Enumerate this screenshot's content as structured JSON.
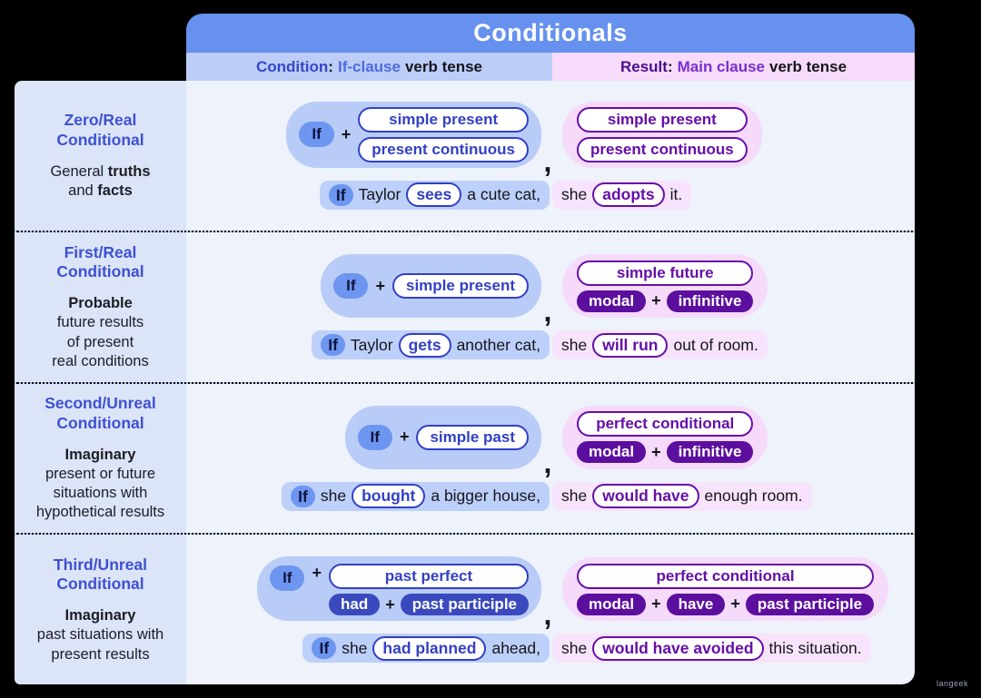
{
  "title": "Conditionals",
  "if_label": "If",
  "plus": "+",
  "comma": ",",
  "watermark": "langeek",
  "columns": {
    "condition": {
      "label": "Condition",
      "colon": ":",
      "highlight": "If-clause",
      "suffix": "verb tense"
    },
    "result": {
      "label": "Result",
      "colon": ":",
      "highlight": "Main clause",
      "suffix": "verb tense"
    }
  },
  "colors": {
    "page_bg": "#000000",
    "header_blue": "#6691ee",
    "subhead_cond_bg": "#bccdf8",
    "subhead_res_bg": "#f6dcfa",
    "subhead_cond_label": "#3447c9",
    "subhead_cond_hl": "#4d6ae0",
    "subhead_res_label": "#4b0d8e",
    "subhead_res_hl": "#7a2fd2",
    "sidebar_bg": "#dce4f7",
    "main_bg": "#eef2fb",
    "separator": "#b7cbee",
    "cond_light": "#b9ccf7",
    "cond_lighter": "#bdd0f9",
    "result_light": "#f5dafa",
    "result_lighter": "#f7e3fc",
    "if_blue": "#6d96f0",
    "blue_dark": "#3340c5",
    "blue_solid": "#3a49bd",
    "purple_dark": "#650fa8",
    "purple_solid": "#5c0f9e",
    "title_blue": "#3d51d3",
    "text_dark": "#1d1d26",
    "watermark": "#9aa0b8"
  },
  "rows": [
    {
      "name": "zero-real",
      "label": {
        "title": [
          "Zero/Real",
          "Conditional"
        ],
        "desc": [
          [
            {
              "t": "General ",
              "b": 0
            },
            {
              "t": "truths",
              "b": 1
            }
          ],
          [
            {
              "t": "and ",
              "b": 0
            },
            {
              "t": "facts",
              "b": 1
            }
          ]
        ]
      },
      "condition": {
        "if_prefix": true,
        "if_align": "center",
        "lines": [
          [
            {
              "s": "outline",
              "t": "simple present"
            }
          ],
          [
            {
              "s": "outline",
              "t": "present continuous"
            }
          ]
        ]
      },
      "result": {
        "if_prefix": false,
        "lines": [
          [
            {
              "s": "outline",
              "t": "simple present"
            }
          ],
          [
            {
              "s": "outline",
              "t": "present continuous"
            }
          ]
        ]
      },
      "example": {
        "condition": [
          {
            "s": "if",
            "t": "If"
          },
          {
            "s": "plain",
            "t": "Taylor"
          },
          {
            "s": "circle",
            "t": "sees"
          },
          {
            "s": "plain",
            "t": "a cute cat,"
          }
        ],
        "result": [
          {
            "s": "plain",
            "t": "she"
          },
          {
            "s": "circle",
            "t": "adopts"
          },
          {
            "s": "plain",
            "t": "it."
          }
        ]
      }
    },
    {
      "name": "first-real",
      "label": {
        "title": [
          "First/Real",
          "Conditional"
        ],
        "desc": [
          [
            {
              "t": "Probable",
              "b": 1
            }
          ],
          [
            {
              "t": "future results",
              "b": 0
            }
          ],
          [
            {
              "t": "of present",
              "b": 0
            }
          ],
          [
            {
              "t": "real conditions",
              "b": 0
            }
          ]
        ]
      },
      "condition": {
        "if_prefix": true,
        "if_align": "center",
        "lines": [
          [
            {
              "s": "outline",
              "t": "simple present"
            }
          ]
        ]
      },
      "result": {
        "if_prefix": false,
        "lines": [
          [
            {
              "s": "outline",
              "t": "simple future"
            }
          ],
          [
            {
              "s": "solid",
              "t": "modal"
            },
            {
              "s": "plus",
              "t": "+"
            },
            {
              "s": "solid",
              "t": "infinitive"
            }
          ]
        ]
      },
      "example": {
        "condition": [
          {
            "s": "if",
            "t": "If"
          },
          {
            "s": "plain",
            "t": "Taylor"
          },
          {
            "s": "circle",
            "t": "gets"
          },
          {
            "s": "plain",
            "t": "another cat,"
          }
        ],
        "result": [
          {
            "s": "plain",
            "t": "she"
          },
          {
            "s": "circle",
            "t": "will run"
          },
          {
            "s": "plain",
            "t": "out of room."
          }
        ]
      }
    },
    {
      "name": "second-unreal",
      "label": {
        "title": [
          "Second/Unreal",
          "Conditional"
        ],
        "desc": [
          [
            {
              "t": "Imaginary",
              "b": 1
            }
          ],
          [
            {
              "t": "present or future",
              "b": 0
            }
          ],
          [
            {
              "t": "situations with",
              "b": 0
            }
          ],
          [
            {
              "t": "hypothetical results",
              "b": 0
            }
          ]
        ]
      },
      "condition": {
        "if_prefix": true,
        "if_align": "center",
        "lines": [
          [
            {
              "s": "outline",
              "t": "simple past"
            }
          ]
        ]
      },
      "result": {
        "if_prefix": false,
        "lines": [
          [
            {
              "s": "outline",
              "t": "perfect conditional"
            }
          ],
          [
            {
              "s": "solid",
              "t": "modal"
            },
            {
              "s": "plus",
              "t": "+"
            },
            {
              "s": "solid",
              "t": "infinitive"
            }
          ]
        ]
      },
      "example": {
        "condition": [
          {
            "s": "if",
            "t": "If"
          },
          {
            "s": "plain",
            "t": "she"
          },
          {
            "s": "circle",
            "t": "bought"
          },
          {
            "s": "plain",
            "t": "a bigger house,"
          }
        ],
        "result": [
          {
            "s": "plain",
            "t": "she"
          },
          {
            "s": "circle",
            "t": "would have"
          },
          {
            "s": "plain",
            "t": "enough room."
          }
        ]
      }
    },
    {
      "name": "third-unreal",
      "label": {
        "title": [
          "Third/Unreal",
          "Conditional"
        ],
        "desc": [
          [
            {
              "t": "Imaginary",
              "b": 1
            }
          ],
          [
            {
              "t": "past situations with",
              "b": 0
            }
          ],
          [
            {
              "t": "present results",
              "b": 0
            }
          ]
        ]
      },
      "condition": {
        "if_prefix": true,
        "if_align": "top",
        "lines": [
          [
            {
              "s": "outline",
              "t": "past perfect"
            }
          ],
          [
            {
              "s": "solid",
              "t": "had"
            },
            {
              "s": "plus",
              "t": "+"
            },
            {
              "s": "solid",
              "t": "past participle"
            }
          ]
        ]
      },
      "result": {
        "if_prefix": false,
        "lines": [
          [
            {
              "s": "outline",
              "t": "perfect conditional"
            }
          ],
          [
            {
              "s": "solid",
              "t": "modal"
            },
            {
              "s": "plus",
              "t": "+"
            },
            {
              "s": "solid",
              "t": "have"
            },
            {
              "s": "plus",
              "t": "+"
            },
            {
              "s": "solid",
              "t": "past participle"
            }
          ]
        ]
      },
      "example": {
        "condition": [
          {
            "s": "if",
            "t": "If"
          },
          {
            "s": "plain",
            "t": "she"
          },
          {
            "s": "circle",
            "t": "had planned"
          },
          {
            "s": "plain",
            "t": "ahead,"
          }
        ],
        "result": [
          {
            "s": "plain",
            "t": "she"
          },
          {
            "s": "circle",
            "t": "would have avoided"
          },
          {
            "s": "plain",
            "t": "this situation."
          }
        ]
      }
    }
  ]
}
